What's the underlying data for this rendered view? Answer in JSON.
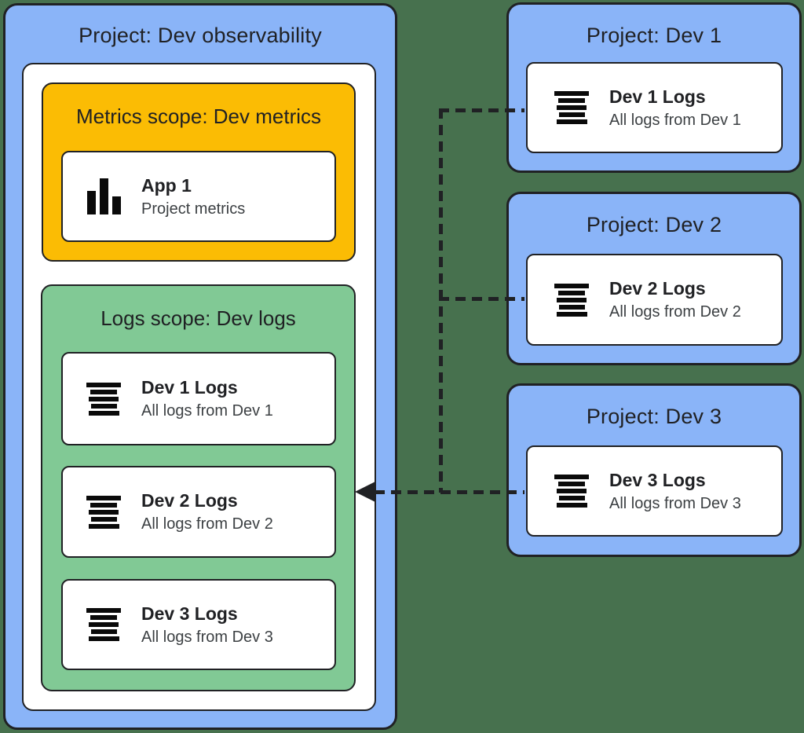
{
  "colors": {
    "page_background": "#47714E",
    "project_blue": "#8AB4F8",
    "metrics_scope_yellow": "#FBBC04",
    "logs_scope_green": "#81C995",
    "card_white": "#FFFFFF",
    "border_and_text": "#202124"
  },
  "main_project": {
    "title": "Project: Dev observability",
    "metrics_scope": {
      "title": "Metrics scope: Dev metrics",
      "cards": [
        {
          "icon": "bar-chart-icon",
          "title": "App 1",
          "subtitle": "Project metrics"
        }
      ]
    },
    "logs_scope": {
      "title": "Logs scope: Dev logs",
      "cards": [
        {
          "icon": "logs-icon",
          "title": "Dev 1 Logs",
          "subtitle": "All logs from Dev 1"
        },
        {
          "icon": "logs-icon",
          "title": "Dev 2 Logs",
          "subtitle": "All logs from Dev 2"
        },
        {
          "icon": "logs-icon",
          "title": "Dev 3 Logs",
          "subtitle": "All logs from Dev 3"
        }
      ]
    }
  },
  "source_projects": [
    {
      "title": "Project: Dev 1",
      "card": {
        "icon": "logs-icon",
        "title": "Dev 1 Logs",
        "subtitle": "All logs from Dev 1"
      }
    },
    {
      "title": "Project: Dev 2",
      "card": {
        "icon": "logs-icon",
        "title": "Dev 2 Logs",
        "subtitle": "All logs from Dev 2"
      }
    },
    {
      "title": "Project: Dev 3",
      "card": {
        "icon": "logs-icon",
        "title": "Dev 3 Logs",
        "subtitle": "All logs from Dev 3"
      }
    }
  ],
  "connector": {
    "type": "dashed-arrow",
    "from": "source project log cards",
    "to": "Logs scope: Dev logs"
  }
}
